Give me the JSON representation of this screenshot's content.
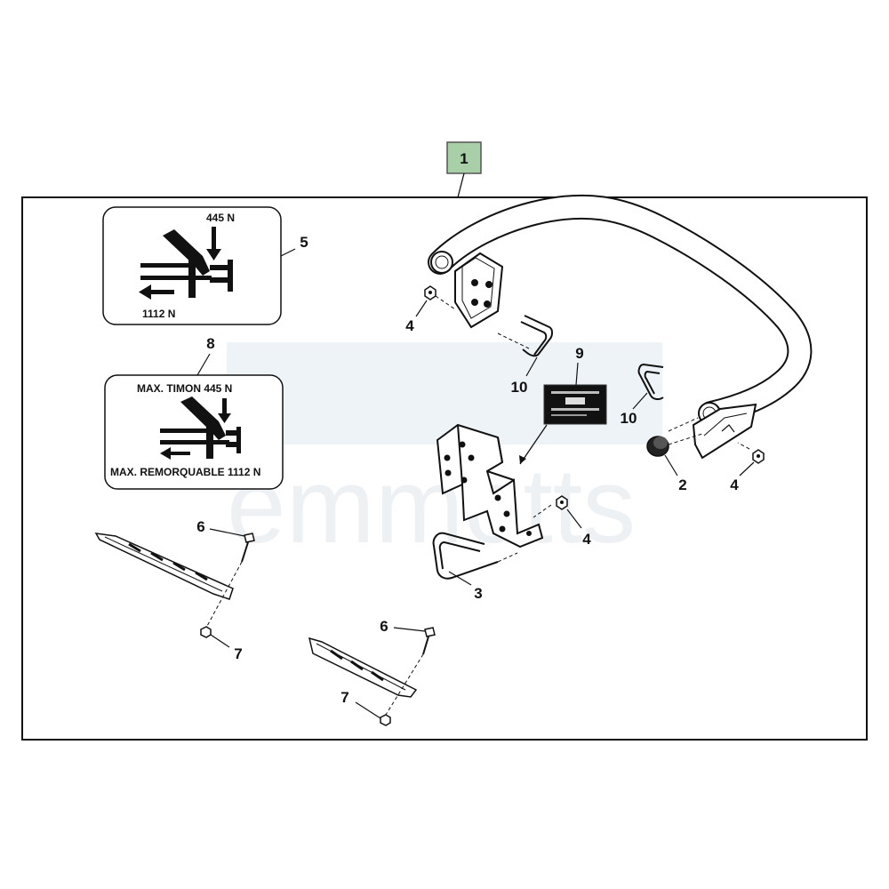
{
  "watermark": "emmotts",
  "assembly": {
    "number": "1",
    "badge_color": "#a9cfa8"
  },
  "callouts": {
    "c2": "2",
    "c3": "3",
    "c4a": "4",
    "c4b": "4",
    "c4c": "4",
    "c5": "5",
    "c6a": "6",
    "c6b": "6",
    "c7a": "7",
    "c7b": "7",
    "c8": "8",
    "c9": "9",
    "c10a": "10",
    "c10b": "10"
  },
  "decal_5": {
    "top": "445 N",
    "bottom": "1112 N"
  },
  "decal_8": {
    "top": "MAX. TIMON 445 N",
    "bottom": "MAX. REMORQUABLE 1112 N"
  }
}
